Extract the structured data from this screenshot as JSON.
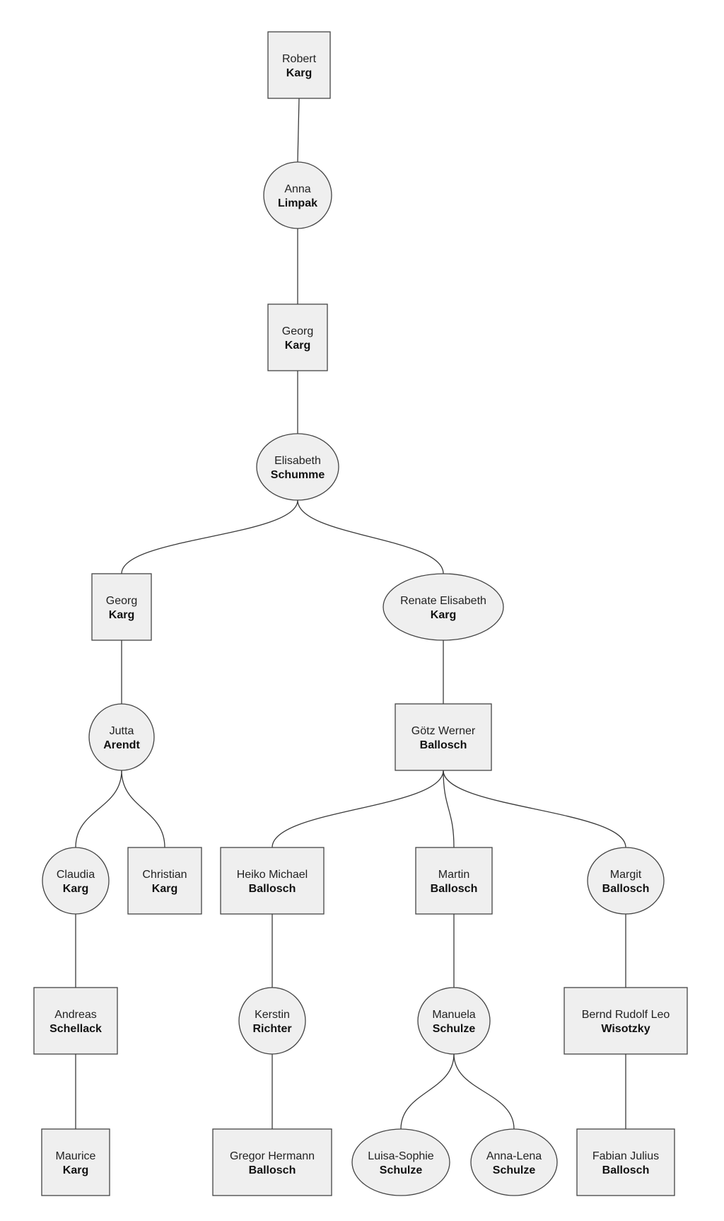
{
  "colors": {
    "node_fill": "#efefef",
    "node_stroke": "#444444",
    "line": "#3a3a3a"
  },
  "people": [
    {
      "id": "p1",
      "shape": "rect",
      "given": "Robert",
      "surname": "Karg"
    },
    {
      "id": "p2",
      "shape": "ellipse",
      "given": "Anna",
      "surname": "Limpak"
    },
    {
      "id": "p3",
      "shape": "rect",
      "given": "Georg",
      "surname": "Karg"
    },
    {
      "id": "p4",
      "shape": "ellipse",
      "given": "Elisabeth",
      "surname": "Schumme"
    },
    {
      "id": "p5",
      "shape": "rect",
      "given": "Georg",
      "surname": "Karg"
    },
    {
      "id": "p6",
      "shape": "ellipse",
      "given": "Renate Elisabeth",
      "surname": "Karg"
    },
    {
      "id": "p7",
      "shape": "ellipse",
      "given": "Jutta",
      "surname": "Arendt"
    },
    {
      "id": "p8",
      "shape": "rect",
      "given": "Götz Werner",
      "surname": "Ballosch"
    },
    {
      "id": "p9",
      "shape": "ellipse",
      "given": "Claudia",
      "surname": "Karg"
    },
    {
      "id": "p10",
      "shape": "rect",
      "given": "Christian",
      "surname": "Karg"
    },
    {
      "id": "p11",
      "shape": "rect",
      "given": "Heiko Michael",
      "surname": "Ballosch"
    },
    {
      "id": "p12",
      "shape": "rect",
      "given": "Martin",
      "surname": "Ballosch"
    },
    {
      "id": "p13",
      "shape": "ellipse",
      "given": "Margit",
      "surname": "Ballosch"
    },
    {
      "id": "p14",
      "shape": "rect",
      "given": "Andreas",
      "surname": "Schellack"
    },
    {
      "id": "p15",
      "shape": "ellipse",
      "given": "Kerstin",
      "surname": "Richter"
    },
    {
      "id": "p16",
      "shape": "ellipse",
      "given": "Manuela",
      "surname": "Schulze"
    },
    {
      "id": "p17",
      "shape": "rect",
      "given": "Bernd Rudolf Leo",
      "surname": "Wisotzky"
    },
    {
      "id": "p18",
      "shape": "rect",
      "given": "Maurice",
      "surname": "Karg"
    },
    {
      "id": "p19",
      "shape": "rect",
      "given": "Gregor Hermann",
      "surname": "Ballosch"
    },
    {
      "id": "p20",
      "shape": "ellipse",
      "given": "Luisa-Sophie",
      "surname": "Schulze"
    },
    {
      "id": "p21",
      "shape": "ellipse",
      "given": "Anna-Lena",
      "surname": "Schulze"
    },
    {
      "id": "p22",
      "shape": "rect",
      "given": "Fabian Julius",
      "surname": "Ballosch"
    }
  ],
  "links": [
    [
      "p1",
      "p2"
    ],
    [
      "p2",
      "p3"
    ],
    [
      "p3",
      "p4"
    ],
    [
      "p4",
      "p5"
    ],
    [
      "p4",
      "p6"
    ],
    [
      "p5",
      "p7"
    ],
    [
      "p6",
      "p8"
    ],
    [
      "p7",
      "p9"
    ],
    [
      "p7",
      "p10"
    ],
    [
      "p8",
      "p11"
    ],
    [
      "p8",
      "p12"
    ],
    [
      "p8",
      "p13"
    ],
    [
      "p9",
      "p14"
    ],
    [
      "p11",
      "p15"
    ],
    [
      "p12",
      "p16"
    ],
    [
      "p13",
      "p17"
    ],
    [
      "p14",
      "p18"
    ],
    [
      "p15",
      "p19"
    ],
    [
      "p16",
      "p20"
    ],
    [
      "p16",
      "p21"
    ],
    [
      "p17",
      "p22"
    ]
  ]
}
